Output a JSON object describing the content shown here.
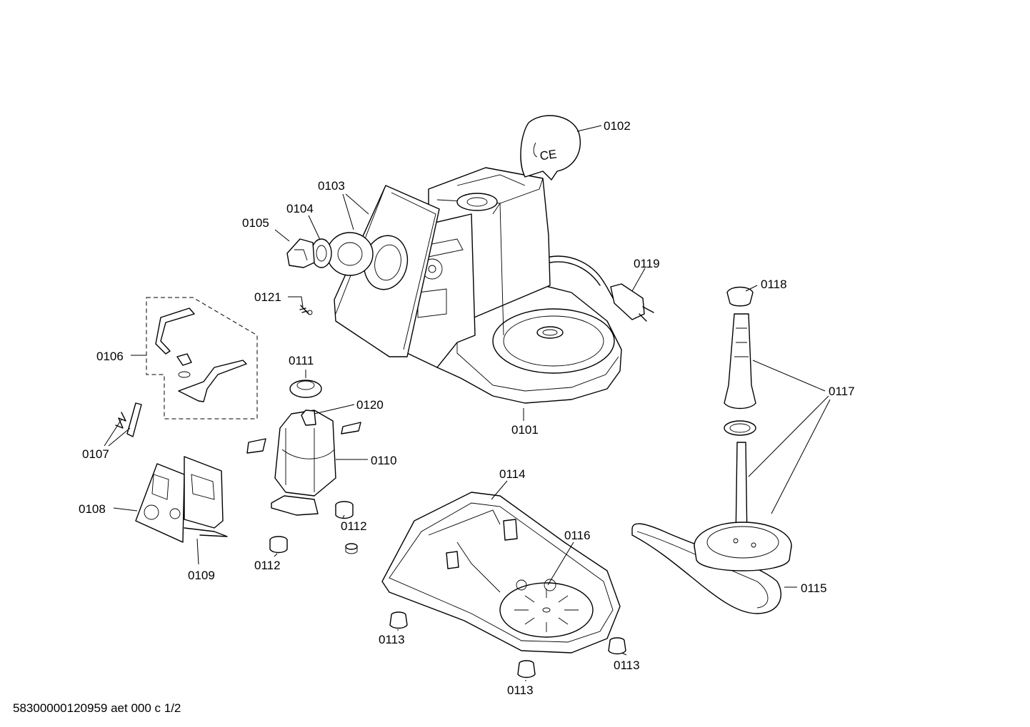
{
  "labels": {
    "p0101": "0101",
    "p0102": "0102",
    "p0103": "0103",
    "p0104": "0104",
    "p0105": "0105",
    "p0106": "0106",
    "p0107": "0107",
    "p0108": "0108",
    "p0109": "0109",
    "p0110": "0110",
    "p0111": "0111",
    "p0112a": "0112",
    "p0112b": "0112",
    "p0113a": "0113",
    "p0113b": "0113",
    "p0113c": "0113",
    "p0114": "0114",
    "p0115": "0115",
    "p0116": "0116",
    "p0117": "0117",
    "p0118": "0118",
    "p0119": "0119",
    "p0120": "0120",
    "p0121": "0121"
  },
  "footer": "58300000120959 aet 000 c 1/2",
  "cover_mark": "CE"
}
